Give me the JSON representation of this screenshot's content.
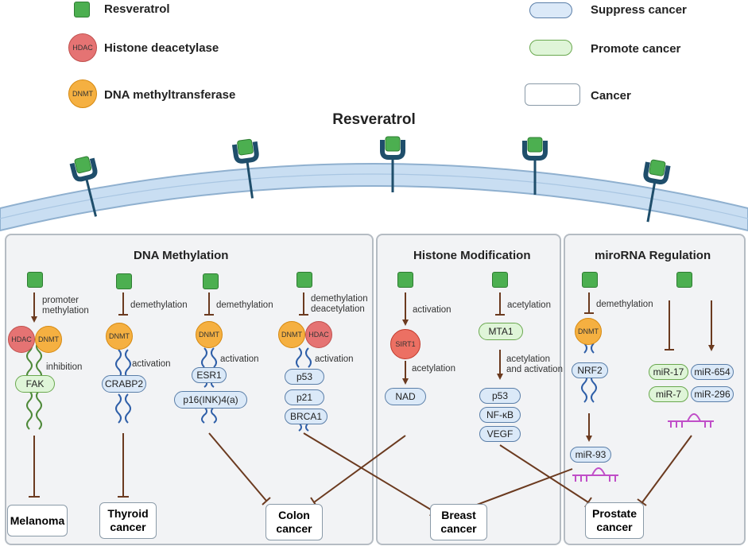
{
  "legend": {
    "resveratrol": "Resveratrol",
    "hdac_abbr": "HDAC",
    "hdac": "Histone deacetylase",
    "dnmt_abbr": "DNMT",
    "dnmt": "DNA methyltransferase",
    "suppress": "Suppress cancer",
    "promote": "Promote cancer",
    "cancer": "Cancer"
  },
  "title": "Resveratrol",
  "panels": {
    "dna_methylation": "DNA Methylation",
    "histone_modification": "Histone Modification",
    "mirna_regulation": "miroRNA Regulation"
  },
  "labels": {
    "promoter_methylation": "promoter\nmethylation",
    "demethylation": "demethylation",
    "demethylation_deacetylation": "demethylation\ndeacetylation",
    "activation": "activation",
    "inhibition": "inhibition",
    "acetylation": "acetylation",
    "acetylation_and_activation": "acetylation\nand activation"
  },
  "enzymes": {
    "hdac": "HDAC",
    "dnmt": "DNMT",
    "sirt1": "SIRT1"
  },
  "genes": {
    "fak": "FAK",
    "crabp2": "CRABP2",
    "esr1": "ESR1",
    "p16": "p16(INK)4(a)",
    "p53": "p53",
    "p21": "p21",
    "brca1": "BRCA1",
    "nad": "NAD",
    "mta1": "MTA1",
    "nfkb": "NF-κB",
    "vegf": "VEGF",
    "nrf2": "NRF2",
    "mir93": "miR-93",
    "mir17": "miR-17",
    "mir654": "miR-654",
    "mir7": "miR-7",
    "mir296": "miR-296"
  },
  "cancers": {
    "melanoma": "Melanoma",
    "thyroid": "Thyroid\ncancer",
    "colon": "Colon\ncancer",
    "breast": "Breast\ncancer",
    "prostate": "Prostate\ncancer"
  },
  "colors": {
    "resveratrol": "#4caf50",
    "hdac": "#e57373",
    "dnmt": "#f5b041",
    "suppress_fill": "#dbe9f8",
    "promote_fill": "#dff5d8",
    "arrow": "#6b3a1f",
    "membrane": "#c9def2",
    "receptor": "#1f4e6b",
    "mirna": "#c04ec8"
  }
}
